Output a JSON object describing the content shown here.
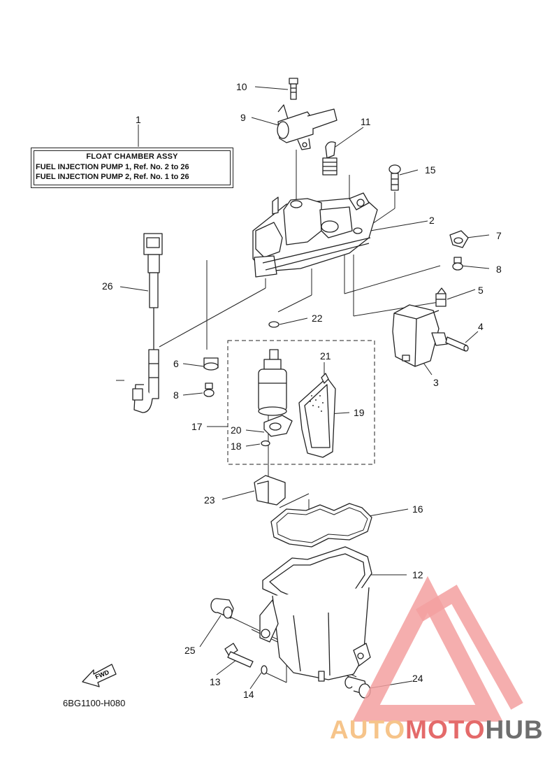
{
  "title_box": {
    "line1": "FLOAT CHAMBER ASSY",
    "line2": "FUEL INJECTION  PUMP 1,   Ref.  No.  2  to  26",
    "line3": "FUEL  INJECTION  PUMP 2,   Ref.  No.  1  to  26"
  },
  "callouts": {
    "n1": "1",
    "n2": "2",
    "n3": "3",
    "n4": "4",
    "n5": "5",
    "n6": "6",
    "n7": "7",
    "n8a": "8",
    "n8b": "8",
    "n9": "9",
    "n10": "10",
    "n11": "11",
    "n12": "12",
    "n13": "13",
    "n14": "14",
    "n15": "15",
    "n16": "16",
    "n17": "17",
    "n18": "18",
    "n19": "19",
    "n20": "20",
    "n21": "21",
    "n22": "22",
    "n23": "23",
    "n24": "24",
    "n25": "25",
    "n26": "26"
  },
  "fwd_arrow": "FWD",
  "diagram_code": "6BG1100-H080",
  "watermark": {
    "part1": "AUTO",
    "part2": "MOTO",
    "part3": "HUB",
    "logo_color": "#f3a0a0"
  }
}
